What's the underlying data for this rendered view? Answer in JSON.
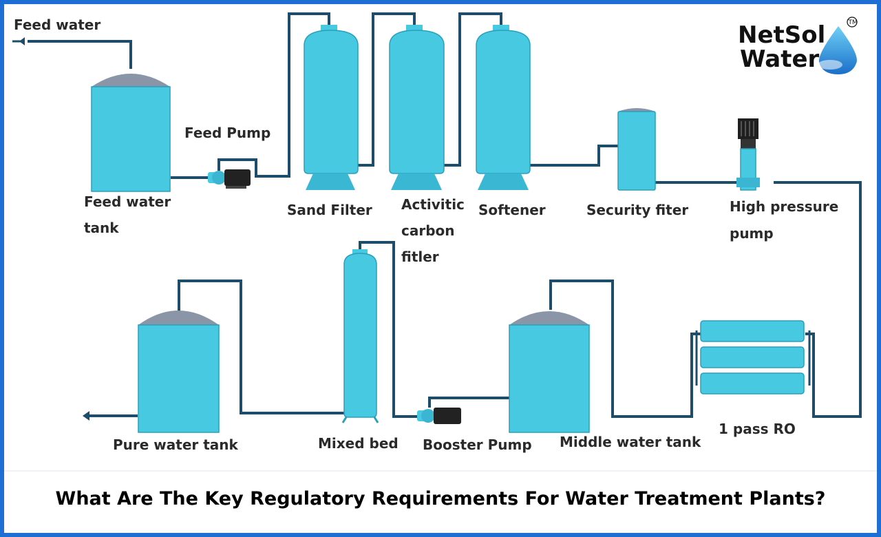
{
  "brand": {
    "line1": "NetSol",
    "line2": "Water",
    "trademark": "TM"
  },
  "labels": {
    "feed_water": "Feed water",
    "feed_water_tank_1": "Feed water",
    "feed_water_tank_2": "tank",
    "feed_pump": "Feed Pump",
    "sand_filter": "Sand Filter",
    "activated_carbon_1": "Activitic",
    "activated_carbon_2": "carbon",
    "activated_carbon_3": "fitler",
    "softener": "Softener",
    "security_filter": "Security fiter",
    "high_pressure_pump_1": "High pressure",
    "high_pressure_pump_2": "pump",
    "pure_water_tank": "Pure water tank",
    "mixed_bed": "Mixed bed",
    "booster_pump": "Booster Pump",
    "middle_water_tank": "Middle water tank",
    "ro_pass": "1 pass RO"
  },
  "footer": {
    "title": "What Are The Key Regulatory Requirements For Water Treatment Plants?"
  },
  "colors": {
    "frame": "#1e6fd4",
    "water_tank": "#48c9e2",
    "pipe": "#1e4d6b",
    "dome": "#8a95a8"
  }
}
